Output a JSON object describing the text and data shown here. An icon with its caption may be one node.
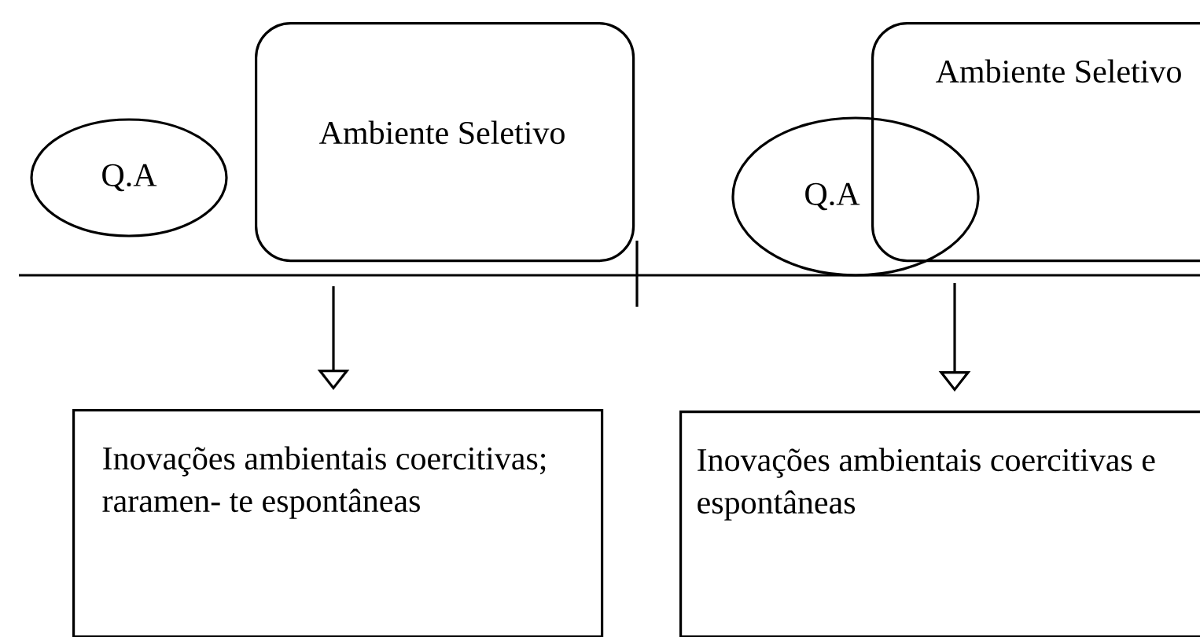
{
  "diagram": {
    "nodes": [
      {
        "text": [
          "Q.A"
        ]
      },
      {
        "text": [
          "Ambiente Seletivo"
        ]
      },
      {
        "text": [
          "Q.A"
        ]
      },
      {
        "text": [
          "Ambiente Seletivo"
        ]
      },
      {
        "text": [
          "Inovações ambientais coercitivas; raramen- te espontâneas"
        ]
      },
      {
        "text": [
          "Inovações ambientais coercitivas e espontâneas"
        ]
      }
    ],
    "edges": [
      {
        "from": null,
        "to": 4,
        "arrow": "to"
      },
      {
        "from": null,
        "to": 5,
        "arrow": "to"
      }
    ]
  }
}
